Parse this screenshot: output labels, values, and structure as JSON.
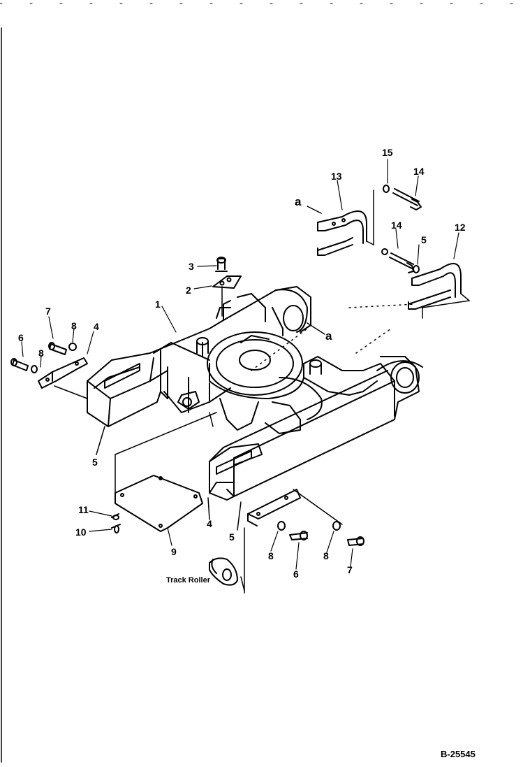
{
  "diagram": {
    "reference_code": "B-25545",
    "callouts": {
      "c1": "1",
      "c2": "2",
      "c3": "3",
      "c4_left": "4",
      "c4_right": "4",
      "c5_left": "5",
      "c5_right": "5",
      "c6_left": "6",
      "c6_right": "6",
      "c7_left": "7",
      "c7_right": "7",
      "c8_left_a": "8",
      "c8_left_b": "8",
      "c8_right_a": "8",
      "c8_right_b": "8",
      "c9": "9",
      "c10": "10",
      "c11": "11",
      "c12": "12",
      "c13": "13",
      "c14_top": "14",
      "c14_mid": "14",
      "c15_top": "15",
      "c15_mid": "5",
      "a_top": "a",
      "a_mid": "a",
      "track_roller": "Track Roller"
    }
  }
}
